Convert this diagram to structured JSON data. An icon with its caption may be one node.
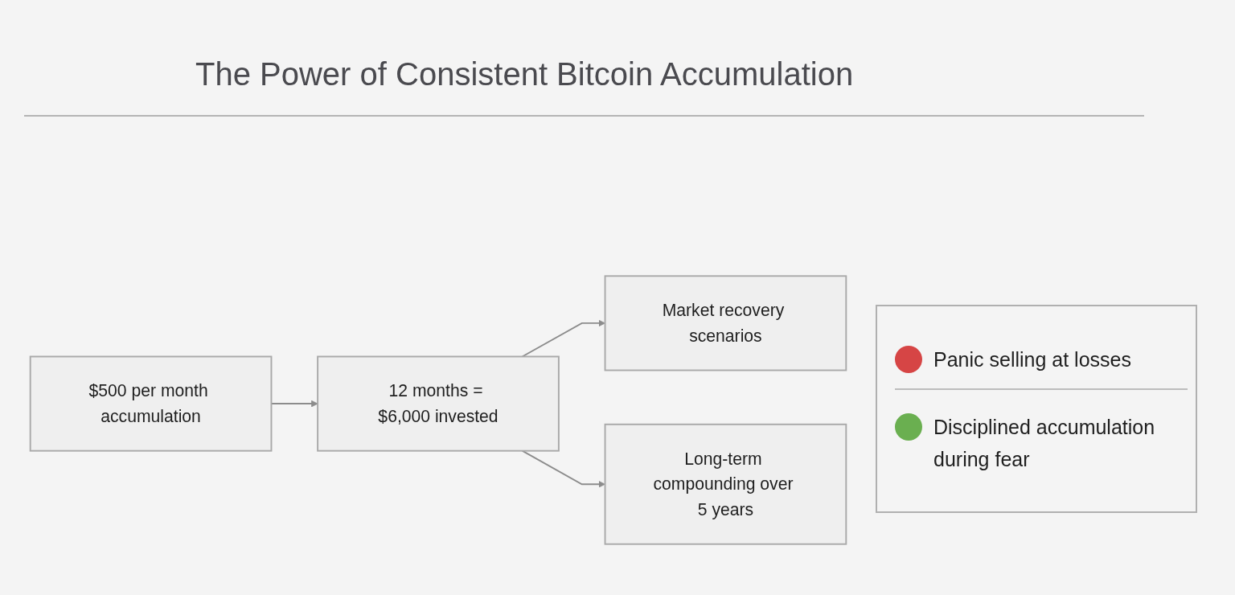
{
  "diagram": {
    "title": "The Power of Consistent Bitcoin Accumulation",
    "nodes": [
      {
        "text": [
          "$500 per month accumulation"
        ]
      },
      {
        "text": [
          "12 months = $6,000 invested"
        ]
      },
      {
        "text": [
          "Market recovery scenarios"
        ]
      },
      {
        "text": [
          "Long-term compounding over 5 years"
        ]
      }
    ],
    "edges": [
      {
        "from": 0,
        "to": 1,
        "arrow": "to"
      },
      {
        "from": 1,
        "to": 2,
        "arrow": "to"
      },
      {
        "from": 1,
        "to": 3,
        "arrow": "to"
      }
    ],
    "legend": [
      {
        "text": "Panic selling at losses",
        "color": "#d64545"
      },
      {
        "text": "Disciplined accumulation during fear",
        "color": "#6aaf50"
      }
    ]
  }
}
